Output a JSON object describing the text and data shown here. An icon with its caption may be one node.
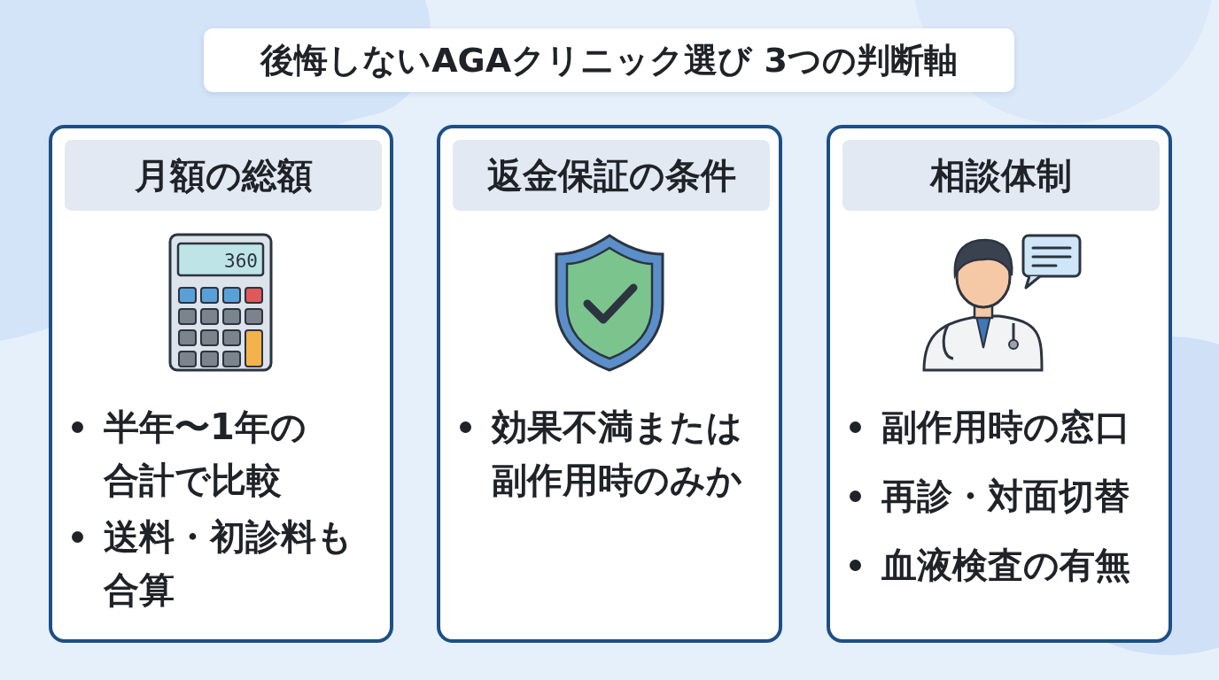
{
  "diagram": {
    "title": "後悔しないAGAクリニック選び 3つの判断軸",
    "nodes": [
      {
        "text": [
          "半年〜1年の合計で比較",
          "送料・初診料も合算"
        ]
      },
      {
        "text": [
          "月額の総額"
        ],
        "in": 0
      },
      {
        "text": [
          "効果不満または副作用時のみか"
        ]
      },
      {
        "text": [
          "返金保証の条件"
        ],
        "in": 2
      },
      {
        "text": [
          "副作用時の窓口",
          "再診・対面切替",
          "血液検査の有無"
        ]
      },
      {
        "text": [
          "相談体制"
        ],
        "in": 4
      }
    ],
    "edges": [],
    "labels": [
      "360"
    ]
  }
}
